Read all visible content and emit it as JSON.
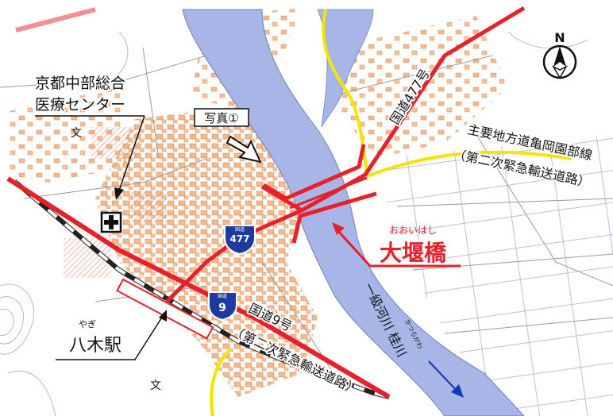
{
  "map": {
    "hospital_label_line1": "京都中部総合",
    "hospital_label_line2": "医療センター",
    "photo_label": "写真①",
    "route477_label": "国道477号",
    "route477_shield": "477",
    "route9_shield": "9",
    "shield_top_text": "国道",
    "pref_road_label": "主要地方道亀岡園部線",
    "pref_road_sub": "（第二次緊急輸送道路）",
    "bridge_ruby": "おおいはし",
    "bridge_label": "大堰橋",
    "river_label": "一級河川 桂川",
    "river_ruby": "かつらがわ",
    "route9_label": "国道9号",
    "route9_sub": "（第二次緊急輸送道路）",
    "station_ruby": "やぎ",
    "station_label": "八木駅",
    "north_label": "N",
    "colors": {
      "road_red": "#e8202a",
      "road_yellow": "#f2e600",
      "river": "#a7b6e6",
      "building": "#f5b98c",
      "arrow_blue": "#1238b5"
    }
  }
}
